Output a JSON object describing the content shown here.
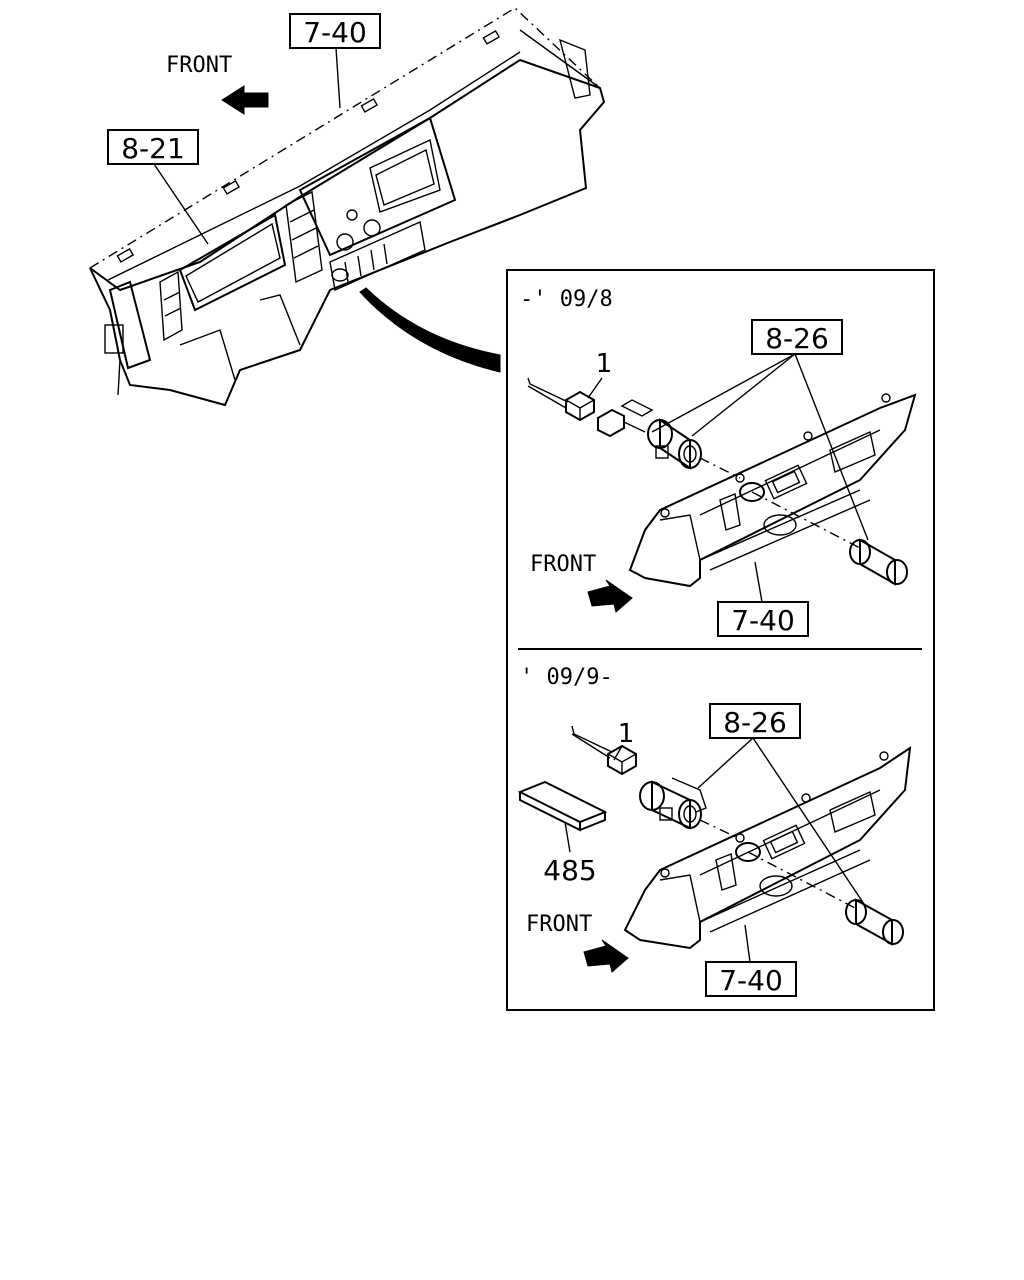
{
  "callouts": {
    "main_top": "7-40",
    "main_left": "8-21",
    "upper_826": "8-26",
    "upper_740": "7-40",
    "lower_826": "8-26",
    "lower_740": "7-40"
  },
  "arrows": {
    "main_front": "FRONT",
    "upper_front": "FRONT",
    "lower_front": "FRONT"
  },
  "inset": {
    "upper_period": "-' 09/8",
    "lower_period": "' 09/9-"
  },
  "parts": {
    "upper_item": "1",
    "lower_item": "1",
    "lower_pad": "485"
  }
}
